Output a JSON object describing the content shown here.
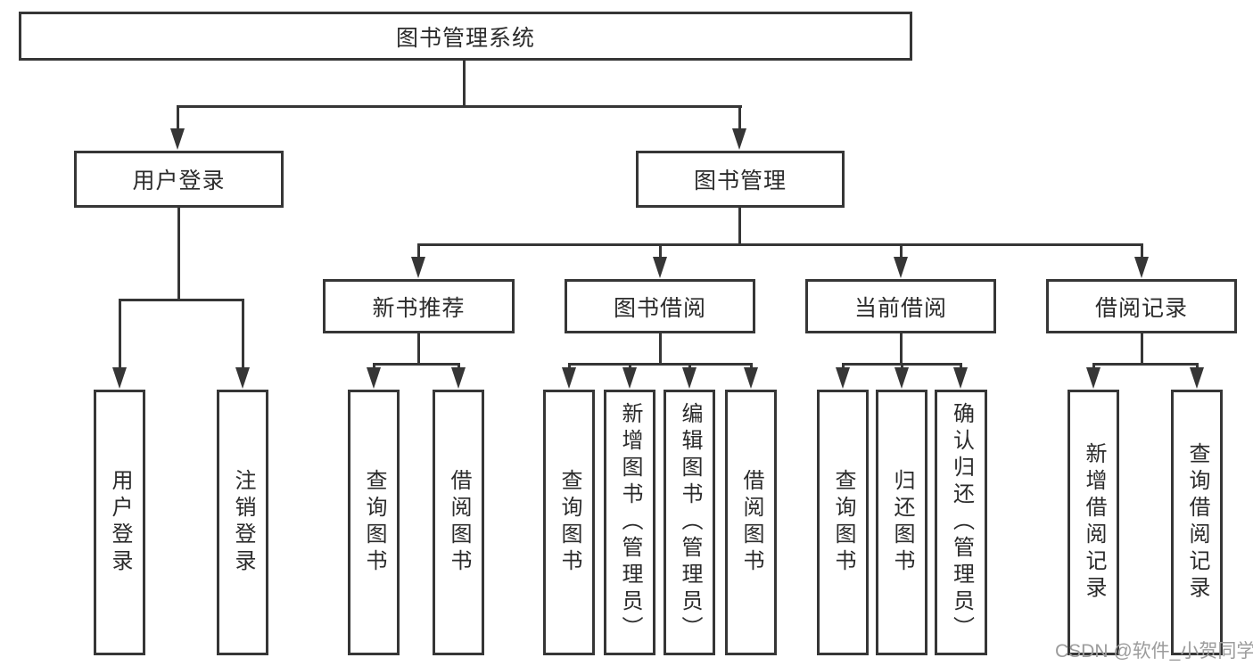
{
  "diagram_title": "图书管理系统",
  "tree": {
    "root": {
      "label": "图书管理系统",
      "children": [
        {
          "label": "用户登录",
          "children": [
            {
              "label": "用户登录"
            },
            {
              "label": "注销登录"
            }
          ]
        },
        {
          "label": "图书管理",
          "children": [
            {
              "label": "新书推荐",
              "children": [
                {
                  "label": "查询图书"
                },
                {
                  "label": "借阅图书"
                }
              ]
            },
            {
              "label": "图书借阅",
              "children": [
                {
                  "label": "查询图书"
                },
                {
                  "label": "新增图书（管理员）"
                },
                {
                  "label": "编辑图书（管理员）"
                },
                {
                  "label": "借阅图书"
                }
              ]
            },
            {
              "label": "当前借阅",
              "children": [
                {
                  "label": "查询图书"
                },
                {
                  "label": "归还图书"
                },
                {
                  "label": "确认归还（管理员）"
                }
              ]
            },
            {
              "label": "借阅记录",
              "children": [
                {
                  "label": "新增借阅记录"
                },
                {
                  "label": "查询借阅记录"
                }
              ]
            }
          ]
        }
      ]
    }
  },
  "watermark": {
    "text": "CSDN @软件_小贺同学"
  },
  "colors": {
    "line": "#363636",
    "box_border": "#363636",
    "box_fill": "#ffffff",
    "text": "#2b2b2b",
    "watermark": "#9c9c9c",
    "background": "#ffffff"
  }
}
